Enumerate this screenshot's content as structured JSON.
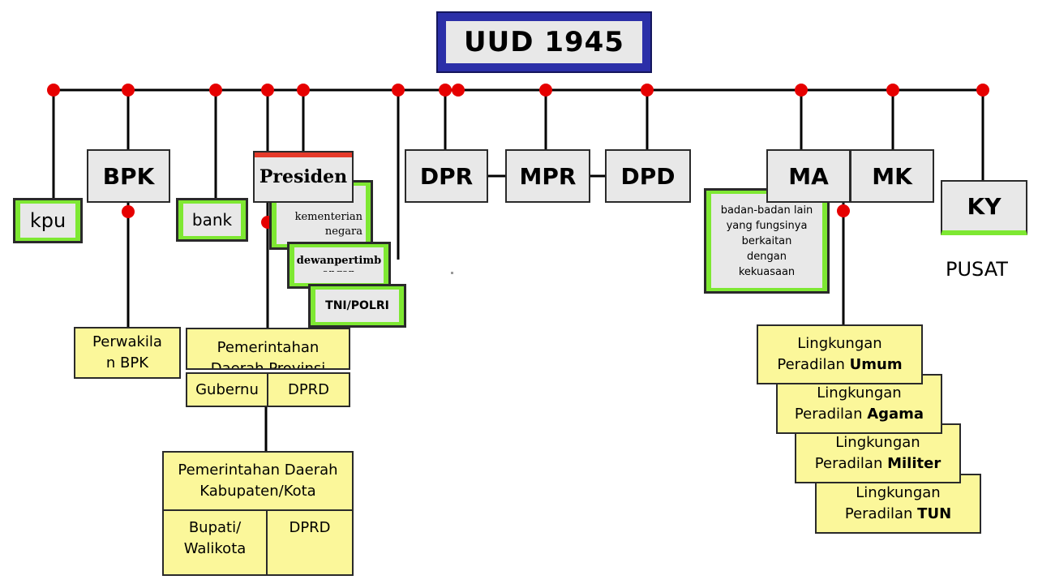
{
  "title": "UUD 1945",
  "nodes": {
    "kpu": "kpu",
    "bpk": "BPK",
    "bank": "bank",
    "presiden": "Presiden",
    "kementerian_line1": "kementerian",
    "kementerian_line2": "negara",
    "dewan": "dewanpertimb",
    "dewan_cut": "angan",
    "tni": "TNI/POLRI",
    "dpr": "DPR",
    "mpr": "MPR",
    "dpd": "DPD",
    "ma": "MA",
    "mk": "MK",
    "ky": "KY",
    "badan_lines": [
      "badan-badan lain",
      "yang fungsinya",
      "berkaitan",
      "dengan",
      "kekuasaan"
    ],
    "pusat": "PUSAT",
    "perwakilan_line1": "Perwakila",
    "perwakilan_line2": "n BPK",
    "pemprov_line1": "Pemerintahan",
    "pemprov_line2": "Daerah Provinsi",
    "gubernur": "Gubernu",
    "dprd_prov": "DPRD",
    "pemkab_line1": "Pemerintahan Daerah",
    "pemkab_line2": "Kabupaten/Kota",
    "bupati_line1": "Bupati/",
    "bupati_line2": "Walikota",
    "dprd_kab": "DPRD",
    "peradilan": [
      {
        "prefix": "Lingkungan",
        "line2": "Peradilan ",
        "bold": "Umum"
      },
      {
        "prefix": "Lingkungan",
        "line2": "Peradilan ",
        "bold": "Agama"
      },
      {
        "prefix": "Lingkungan",
        "line2": "Peradilan ",
        "bold": "Militer"
      },
      {
        "prefix": "Lingkungan",
        "line2": "Peradilan ",
        "bold": "TUN"
      }
    ]
  },
  "colors": {
    "title_frame": "#2b2fa8",
    "node_grey": "#e8e8e8",
    "node_green": "#7ee832",
    "node_yellow": "#fbf79a",
    "connector_dot": "#e60000",
    "wire": "#000000"
  },
  "icons": [
    "connector-dot-icon"
  ]
}
